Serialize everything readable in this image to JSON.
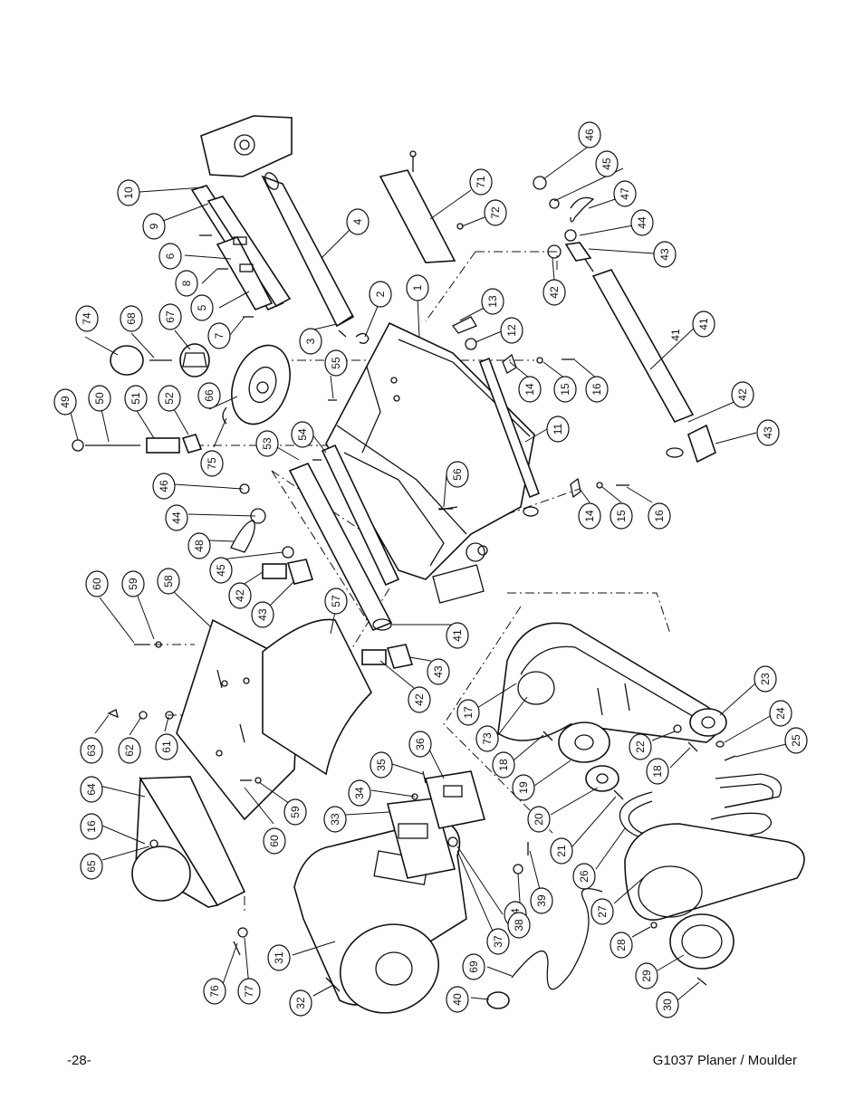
{
  "footer": {
    "page_number": "-28-",
    "title": "G1037 Planer / Moulder"
  },
  "callouts": [
    "1",
    "2",
    "3",
    "4",
    "5",
    "6",
    "7",
    "8",
    "9",
    "10",
    "11",
    "12",
    "13",
    "14",
    "15",
    "16",
    "14",
    "15",
    "16",
    "17",
    "18",
    "19",
    "20",
    "21",
    "22",
    "18",
    "23",
    "24",
    "25",
    "26",
    "27",
    "28",
    "29",
    "30",
    "31",
    "32",
    "33",
    "34",
    "35",
    "36",
    "34",
    "37",
    "38",
    "39",
    "40",
    "41",
    "42",
    "43",
    "44",
    "45",
    "46",
    "47",
    "41",
    "42",
    "43",
    "44",
    "45",
    "46",
    "48",
    "42",
    "43",
    "41",
    "42",
    "43",
    "49",
    "50",
    "51",
    "52",
    "53",
    "54",
    "55",
    "56",
    "57",
    "58",
    "59",
    "60",
    "59",
    "60",
    "61",
    "62",
    "63",
    "64",
    "16",
    "65",
    "66",
    "67",
    "68",
    "69",
    "71",
    "72",
    "73",
    "74",
    "75",
    "76",
    "77"
  ]
}
